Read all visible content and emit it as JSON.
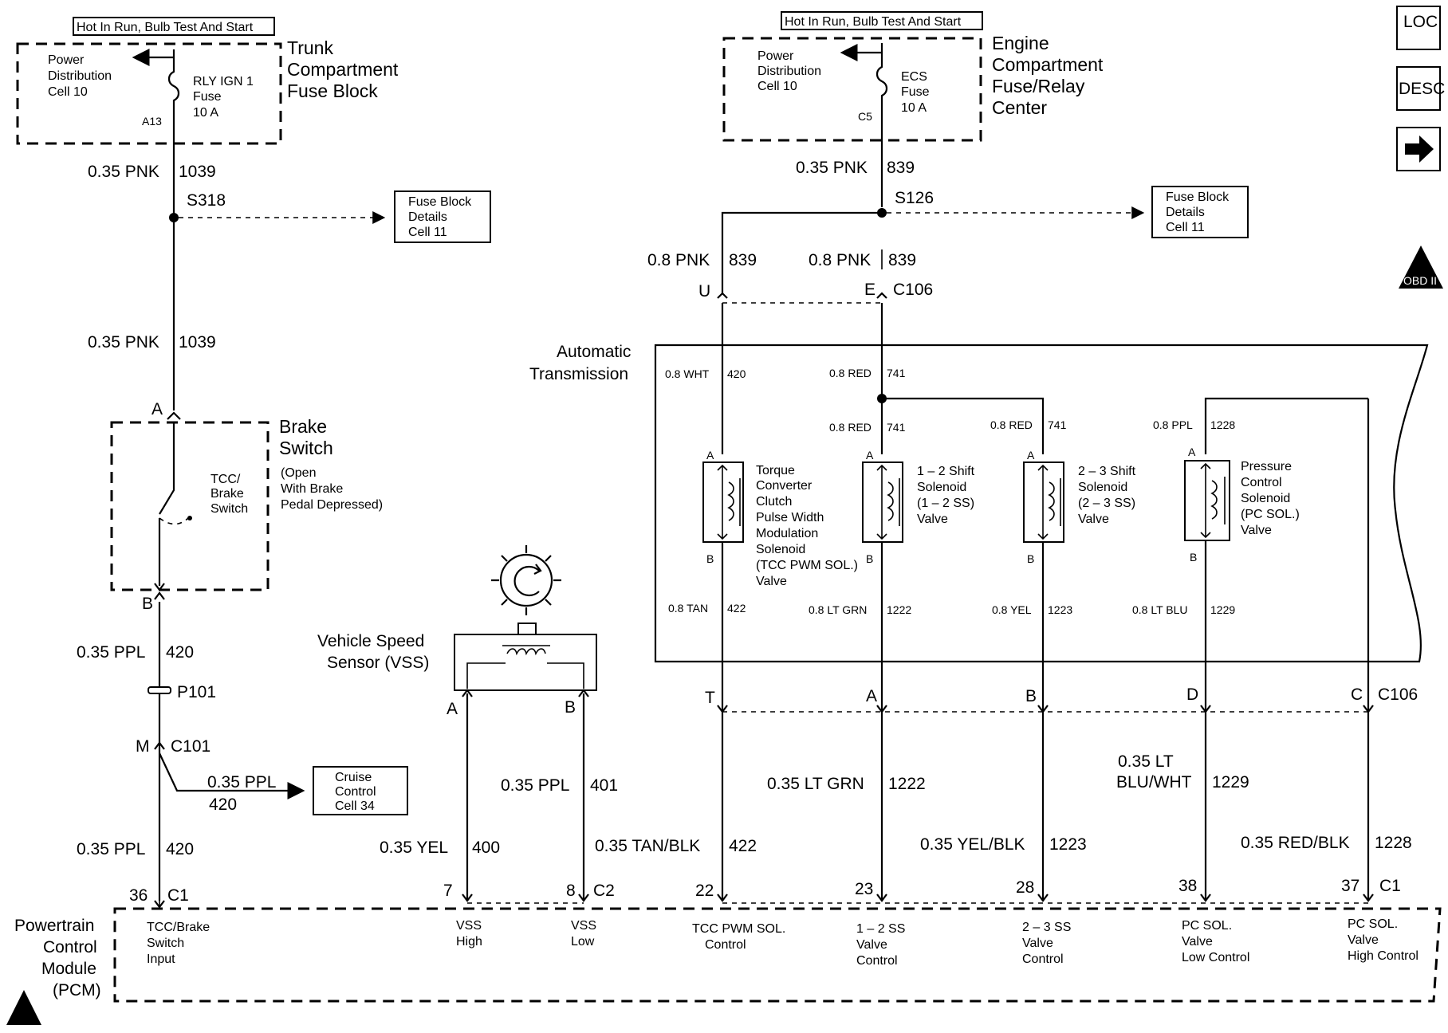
{
  "fuse_left": {
    "hot": "Hot In Run, Bulb Test And Start",
    "pd1": "Power",
    "pd2": "Distribution",
    "pd3": "Cell 10",
    "f1": "RLY IGN 1",
    "f2": "Fuse",
    "f3": "10 A",
    "pin": "A13",
    "loc1": "Trunk",
    "loc2": "Compartment",
    "loc3": "Fuse Block"
  },
  "fuse_right": {
    "hot": "Hot In Run, Bulb Test And Start",
    "pd1": "Power",
    "pd2": "Distribution",
    "pd3": "Cell 10",
    "f1": "ECS",
    "f2": "Fuse",
    "f3": "10 A",
    "pin": "C5",
    "loc1": "Engine",
    "loc2": "Compartment",
    "loc3": "Fuse/Relay",
    "loc4": "Center"
  },
  "fuse_details": {
    "l1": "Fuse Block",
    "l2": "Details",
    "l3": "Cell 11"
  },
  "cruise": {
    "l1": "Cruise",
    "l2": "Control",
    "l3": "Cell 34"
  },
  "icons": {
    "loc": "LOC",
    "desc": "DESC",
    "obd": "OBD II"
  },
  "left_circuit": {
    "w1_g": "0.35 PNK",
    "w1_n": "1039",
    "splice": "S318",
    "w2_g": "0.35 PNK",
    "w2_n": "1039",
    "brake_a": "A",
    "brake_b": "B",
    "brake_t1": "Brake",
    "brake_t2": "Switch",
    "brake_n1": "(Open",
    "brake_n2": "With Brake",
    "brake_n3": "Pedal Depressed)",
    "sw1": "TCC/",
    "sw2": "Brake",
    "sw3": "Switch",
    "w3_g": "0.35 PPL",
    "w3_n": "420",
    "p101": "P101",
    "m": "M",
    "c101": "C101",
    "w4_g": "0.35 PPL",
    "w4_n": "420",
    "w5_g": "0.35 PPL",
    "w5_n": "420",
    "pin36": "36",
    "c1": "C1"
  },
  "right_top": {
    "w1_g": "0.35 PNK",
    "w1_n": "839",
    "splice": "S126",
    "wu_g": "0.8 PNK",
    "wu_n": "839",
    "we_g": "0.8 PNK",
    "we_n": "839",
    "u": "U",
    "e": "E",
    "c106": "C106"
  },
  "trans": {
    "t1": "Automatic",
    "t2": "Transmission",
    "w420_g": "0.8 WHT",
    "w420_n": "420",
    "w741a_g": "0.8 RED",
    "w741a_n": "741",
    "w741b_g": "0.8 RED",
    "w741b_n": "741",
    "w741c_g": "0.8 RED",
    "w741c_n": "741",
    "w1228_g": "0.8 PPL",
    "w1228_n": "1228",
    "tcc": [
      "Torque",
      "Converter",
      "Clutch",
      "Pulse Width",
      "Modulation",
      "Solenoid",
      "(TCC PWM SOL.)",
      "Valve"
    ],
    "s12": [
      "1 – 2 Shift",
      "Solenoid",
      "(1 – 2 SS)",
      "Valve"
    ],
    "s23": [
      "2 – 3 Shift",
      "Solenoid",
      "(2 – 3 SS)",
      "Valve"
    ],
    "pc": [
      "Pressure",
      "Control",
      "Solenoid",
      "(PC SOL.)",
      "Valve"
    ],
    "a": "A",
    "b": "B",
    "w422_g": "0.8 TAN",
    "w422_n": "422",
    "w1222_g": "0.8 LT GRN",
    "w1222_n": "1222",
    "w1223_g": "0.8 YEL",
    "w1223_n": "1223",
    "w1229_g": "0.8 LT BLU",
    "w1229_n": "1229"
  },
  "c106_lower": {
    "t": "T",
    "a": "A",
    "b": "B",
    "d": "D",
    "c": "C",
    "name": "C106"
  },
  "vss": {
    "l1": "Vehicle Speed",
    "l2": "Sensor (VSS)",
    "a": "A",
    "b": "B",
    "w400_g": "0.35 YEL",
    "w400_n": "400",
    "w401_g": "0.35 PPL",
    "w401_n": "401",
    "pin7": "7",
    "pin8": "8",
    "c2": "C2"
  },
  "lower_wires": {
    "w422_g": "0.35 TAN/BLK",
    "w422_n": "422",
    "w1222_g": "0.35 LT GRN",
    "w1222_n": "1222",
    "w1223_g": "0.35 YEL/BLK",
    "w1223_n": "1223",
    "w1229_g1": "0.35 LT",
    "w1229_g2": "BLU/WHT",
    "w1229_n": "1229",
    "w1228_g": "0.35 RED/BLK",
    "w1228_n": "1228",
    "p22": "22",
    "p23": "23",
    "p28": "28",
    "p38": "38",
    "p37": "37",
    "c1": "C1"
  },
  "pcm": {
    "l1": "Powertrain",
    "l2": "Control",
    "l3": "Module",
    "l4": "(PCM)",
    "in1": [
      "TCC/Brake",
      "Switch",
      "Input"
    ],
    "in2": [
      "VSS",
      "High"
    ],
    "in3": [
      "VSS",
      "Low"
    ],
    "in4": [
      "TCC PWM SOL.",
      "Control"
    ],
    "in5": [
      "1 – 2 SS",
      "Valve",
      "Control"
    ],
    "in6": [
      "2 – 3 SS",
      "Valve",
      "Control"
    ],
    "in7": [
      "PC SOL.",
      "Valve",
      "Low Control"
    ],
    "in8": [
      "PC SOL.",
      "Valve",
      "High Control"
    ]
  }
}
